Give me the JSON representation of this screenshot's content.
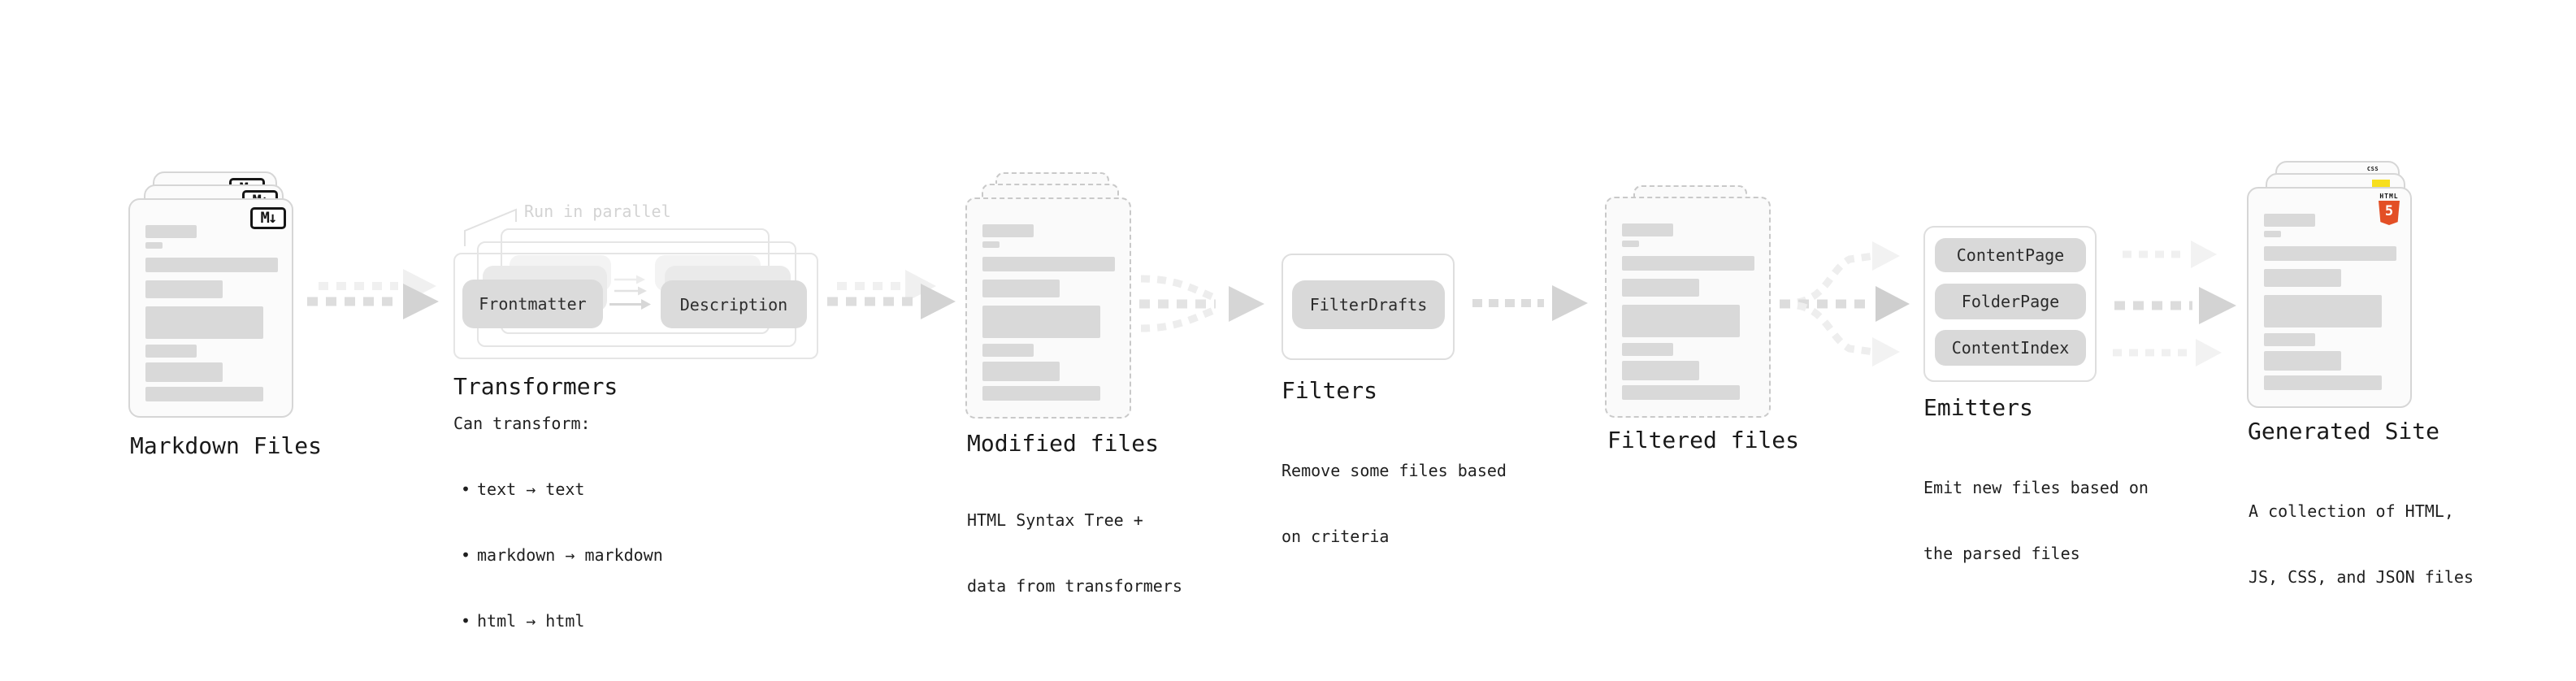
{
  "stages": {
    "markdown": {
      "label": "Markdown Files",
      "badge": "M↓"
    },
    "transformers": {
      "label": "Transformers",
      "note": "Run in parallel",
      "transformer1": "Frontmatter",
      "transformer2": "Description",
      "desc_title": "Can transform:",
      "bullet_marker": "•",
      "bullets": [
        "text → text",
        "markdown → markdown",
        "html → html"
      ]
    },
    "modified": {
      "label": "Modified files",
      "desc": [
        "HTML Syntax Tree +",
        "data from transformers"
      ]
    },
    "filters": {
      "label": "Filters",
      "filter1": "FilterDrafts",
      "desc": [
        "Remove some files based",
        "on criteria"
      ]
    },
    "filtered": {
      "label": "Filtered files"
    },
    "emitters": {
      "label": "Emitters",
      "buttons": [
        "ContentPage",
        "FolderPage",
        "ContentIndex"
      ],
      "desc": [
        "Emit new files based on",
        "the parsed files"
      ]
    },
    "generated": {
      "label": "Generated Site",
      "desc": [
        "A collection of HTML,",
        "JS, CSS, and JSON files"
      ],
      "html_badge_top": "HTML",
      "html_badge_number": "5",
      "css_badge": "CSS"
    }
  },
  "colors": {
    "html5_orange": "#e34f26",
    "js_yellow": "#f7df1e",
    "css_blue": "#2965f1"
  }
}
